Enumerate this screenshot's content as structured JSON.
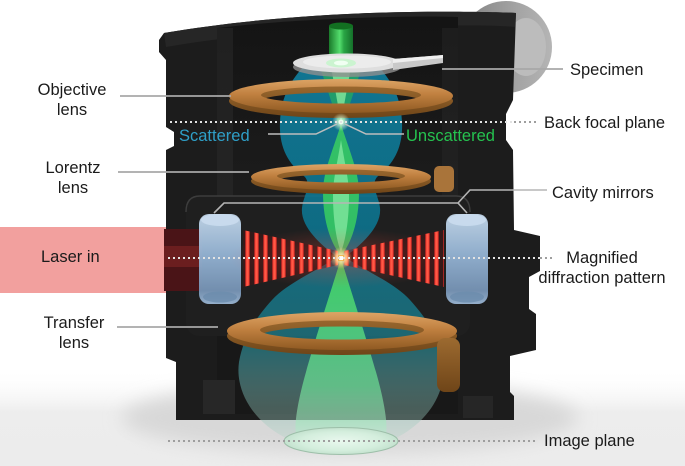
{
  "figure": {
    "type": "scientific-diagram",
    "subject": "Cut-away rendering of a transmission electron microscope column with a laser phase plate cavity",
    "labels": {
      "objective_lens": {
        "line1": "Objective",
        "line2": "lens"
      },
      "lorentz_lens": {
        "line1": "Lorentz",
        "line2": "lens"
      },
      "laser_in": "Laser in",
      "transfer_lens": {
        "line1": "Transfer",
        "line2": "lens"
      },
      "scattered": "Scattered",
      "unscattered": "Unscattered",
      "specimen": "Specimen",
      "back_focal_plane": "Back focal plane",
      "cavity_mirrors": "Cavity mirrors",
      "magnified_diffraction": {
        "line1": "Magnified",
        "line2": "diffraction pattern"
      },
      "image_plane": "Image plane"
    },
    "colors": {
      "scattered_text": "#2f9fc7",
      "unscattered_text": "#25c24f",
      "label_text": "#1b1b1b",
      "laser_band_pink": "#f2a09e",
      "laser_beam_red": "#ee2f2a",
      "electron_beam_green": "#3ed45f",
      "scattered_beam_teal": "#0e7f93",
      "lens_copper": "#c08040",
      "cavity_mirror_blue": "#9cb8d6",
      "column_black": "#1c1c1c",
      "port_gray": "#a8a8a8",
      "leader_line_gray": "#a8a8a8"
    }
  }
}
